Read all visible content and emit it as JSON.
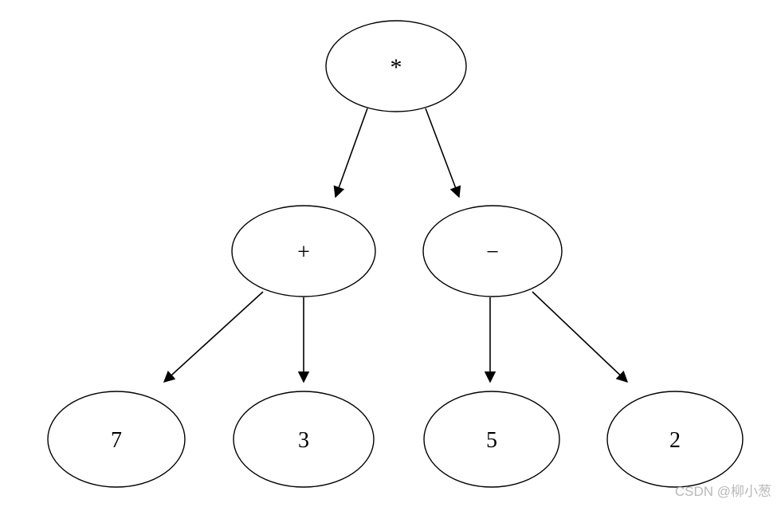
{
  "page": {
    "background": "#ffffff"
  },
  "diagram": {
    "kind": "binary-tree",
    "stroke_color": "#000000",
    "nodes": {
      "root": {
        "label": "*"
      },
      "plus": {
        "label": "+"
      },
      "minus": {
        "label": "−"
      },
      "seven": {
        "label": "7"
      },
      "three": {
        "label": "3"
      },
      "five": {
        "label": "5"
      },
      "two": {
        "label": "2"
      }
    },
    "edges": [
      {
        "from": "root",
        "to": "plus"
      },
      {
        "from": "root",
        "to": "minus"
      },
      {
        "from": "plus",
        "to": "seven"
      },
      {
        "from": "plus",
        "to": "three"
      },
      {
        "from": "minus",
        "to": "five"
      },
      {
        "from": "minus",
        "to": "two"
      }
    ]
  },
  "watermark": {
    "text": "CSDN @柳小葱",
    "color": "#b9b9b9"
  }
}
